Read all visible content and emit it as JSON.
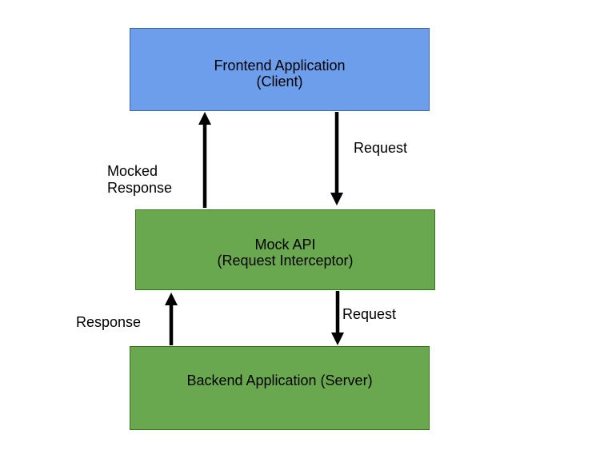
{
  "boxes": {
    "frontend": {
      "line1": "Frontend Application",
      "line2": "(Client)"
    },
    "mock_api": {
      "line1": "Mock API",
      "line2": "(Request Interceptor)"
    },
    "backend": {
      "line1": "Backend Application (Server)"
    }
  },
  "labels": {
    "request_top": "Request",
    "mocked_response_line1": "Mocked",
    "mocked_response_line2": "Response",
    "response_bottom": "Response",
    "request_bottom": "Request"
  },
  "colors": {
    "background": "#FFFFFF",
    "text": "#000000",
    "arrow": "#000000",
    "frontend_fill": "#6D9EEB",
    "frontend_border": "#3E68A8",
    "green_fill": "#6AA84F",
    "green_border": "#38761D"
  }
}
